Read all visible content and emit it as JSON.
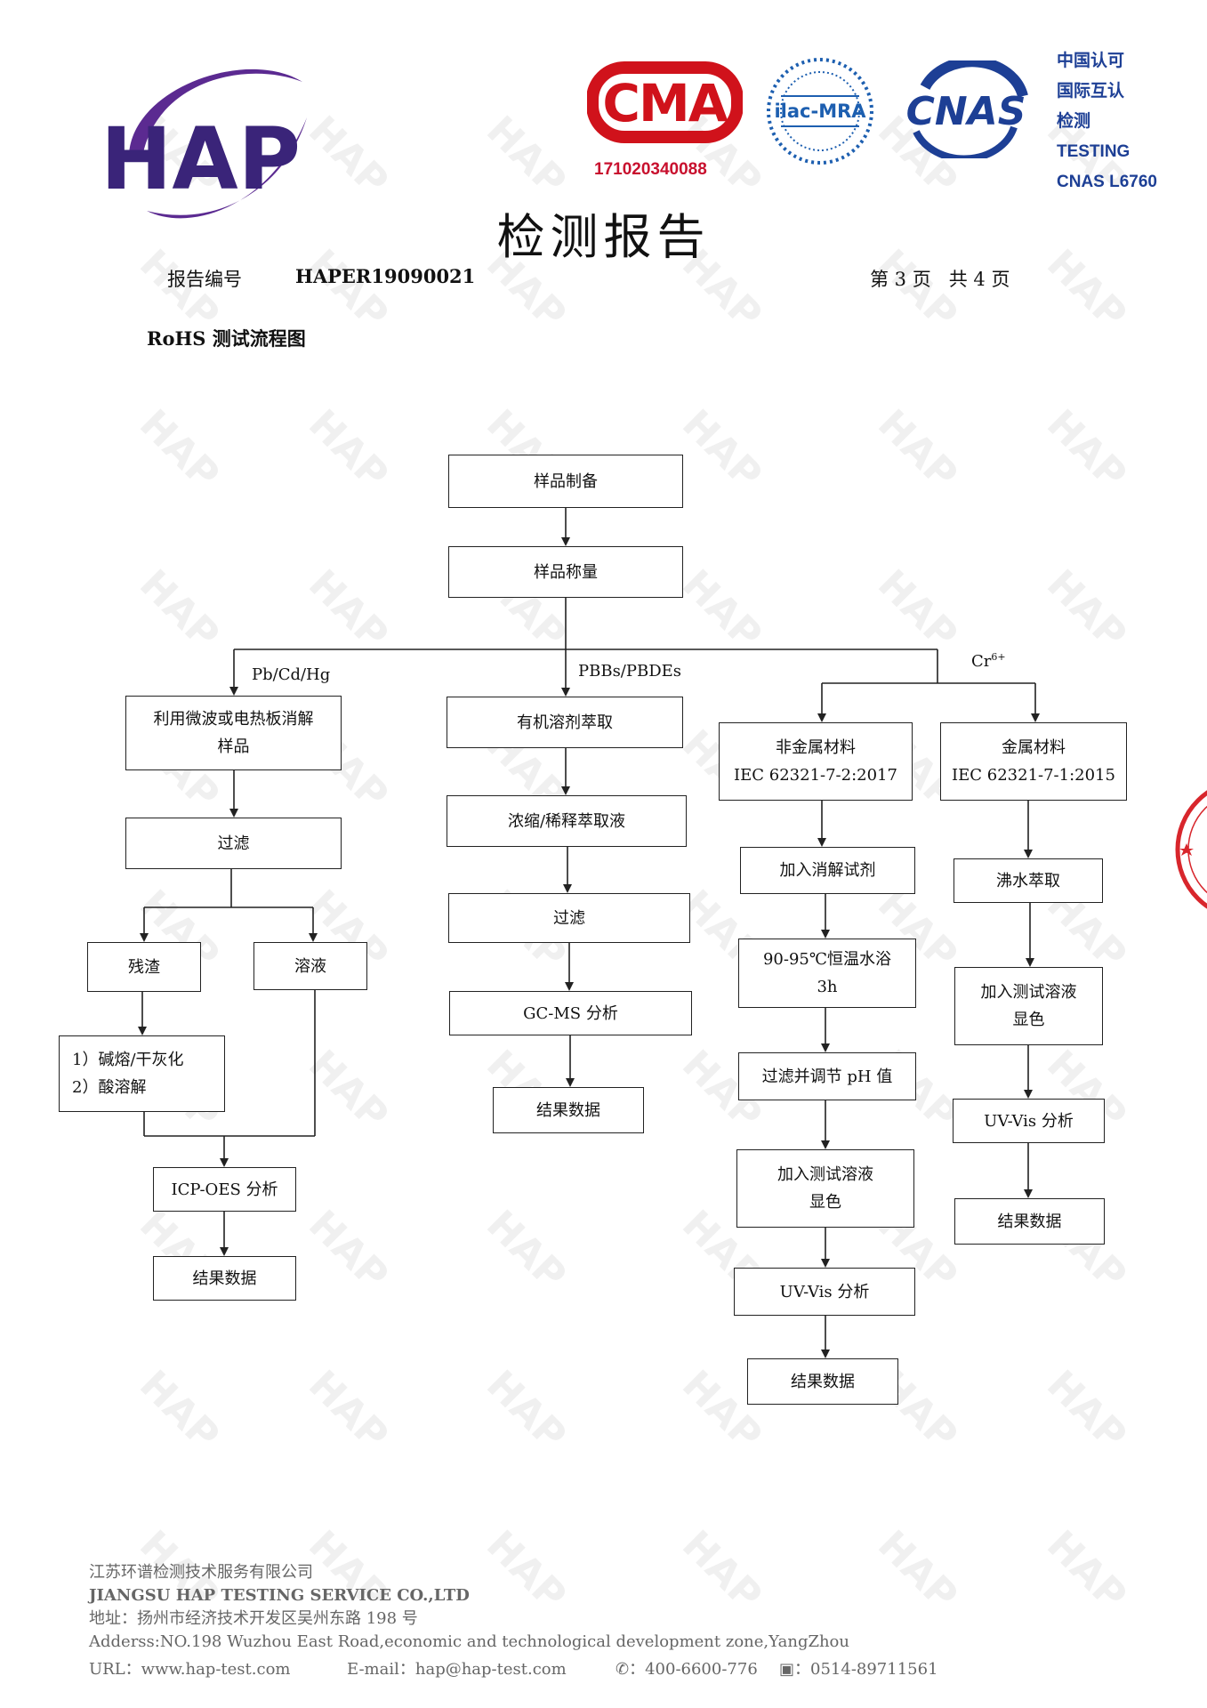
{
  "header": {
    "logo_text": "HAP",
    "cma_text": "CMA",
    "cma_number": "171020340088",
    "ilac_text": "ilac-MRA",
    "cnas_text": "CNAS",
    "accreditation_lines": [
      "中国认可",
      "国际互认",
      "检测",
      "TESTING",
      "CNAS L6760"
    ],
    "title": "检测报告",
    "report_no_label": "报告编号",
    "report_no": "HAPER19090021",
    "page_info": "第 3 页   共 4 页",
    "section_title": "RoHS 测试流程图"
  },
  "flow": {
    "sample_prep": "样品制备",
    "sample_weigh": "样品称量",
    "branch_pb": "Pb/Cd/Hg",
    "branch_pbb": "PBBs/PBDEs",
    "branch_cr": "Cr",
    "branch_cr_sup": "6+",
    "pb": {
      "digest": [
        "利用微波或电热板消解",
        "样品"
      ],
      "filter": "过滤",
      "residue": "残渣",
      "solution": "溶液",
      "residue_steps": [
        "1）碱熔/干灰化",
        "2）酸溶解"
      ],
      "icp": "ICP-OES 分析",
      "result": "结果数据"
    },
    "pbb": {
      "extract": "有机溶剂萃取",
      "concentrate": "浓缩/稀释萃取液",
      "filter": "过滤",
      "gcms": "GC-MS 分析",
      "result": "结果数据"
    },
    "cr_nonmetal": {
      "material": [
        "非金属材料",
        "IEC 62321-7-2:2017"
      ],
      "reagent": "加入消解试剂",
      "bath": [
        "90-95℃恒温水浴",
        "3h"
      ],
      "ph": "过滤并调节 pH 值",
      "color": [
        "加入测试溶液",
        "显色"
      ],
      "uvvis": "UV-Vis 分析",
      "result": "结果数据"
    },
    "cr_metal": {
      "material": [
        "金属材料",
        "IEC 62321-7-1:2015"
      ],
      "boil": "沸水萃取",
      "color": [
        "加入测试溶液",
        "显色"
      ],
      "uvvis": "UV-Vis 分析",
      "result": "结果数据"
    }
  },
  "footer": {
    "company_cn": "江苏环谱检测技术服务有限公司",
    "company_en": "JIANGSU HAP TESTING SERVICE CO.,LTD",
    "address_cn": "地址：扬州市经济技术开发区吴州东路 198 号",
    "address_en": "Adderss:NO.198 Wuzhou East Road,economic and technological development zone,YangZhou",
    "url": "URL：www.hap-test.com",
    "email": "E-mail：hap@hap-test.com",
    "phone": "：400-6600-776",
    "fax": "：0514-89711561"
  },
  "colors": {
    "hap_purple": "#3a2479",
    "cma_red": "#d0121b",
    "cnas_blue": "#1d3f95"
  },
  "watermark_text": "HAP"
}
